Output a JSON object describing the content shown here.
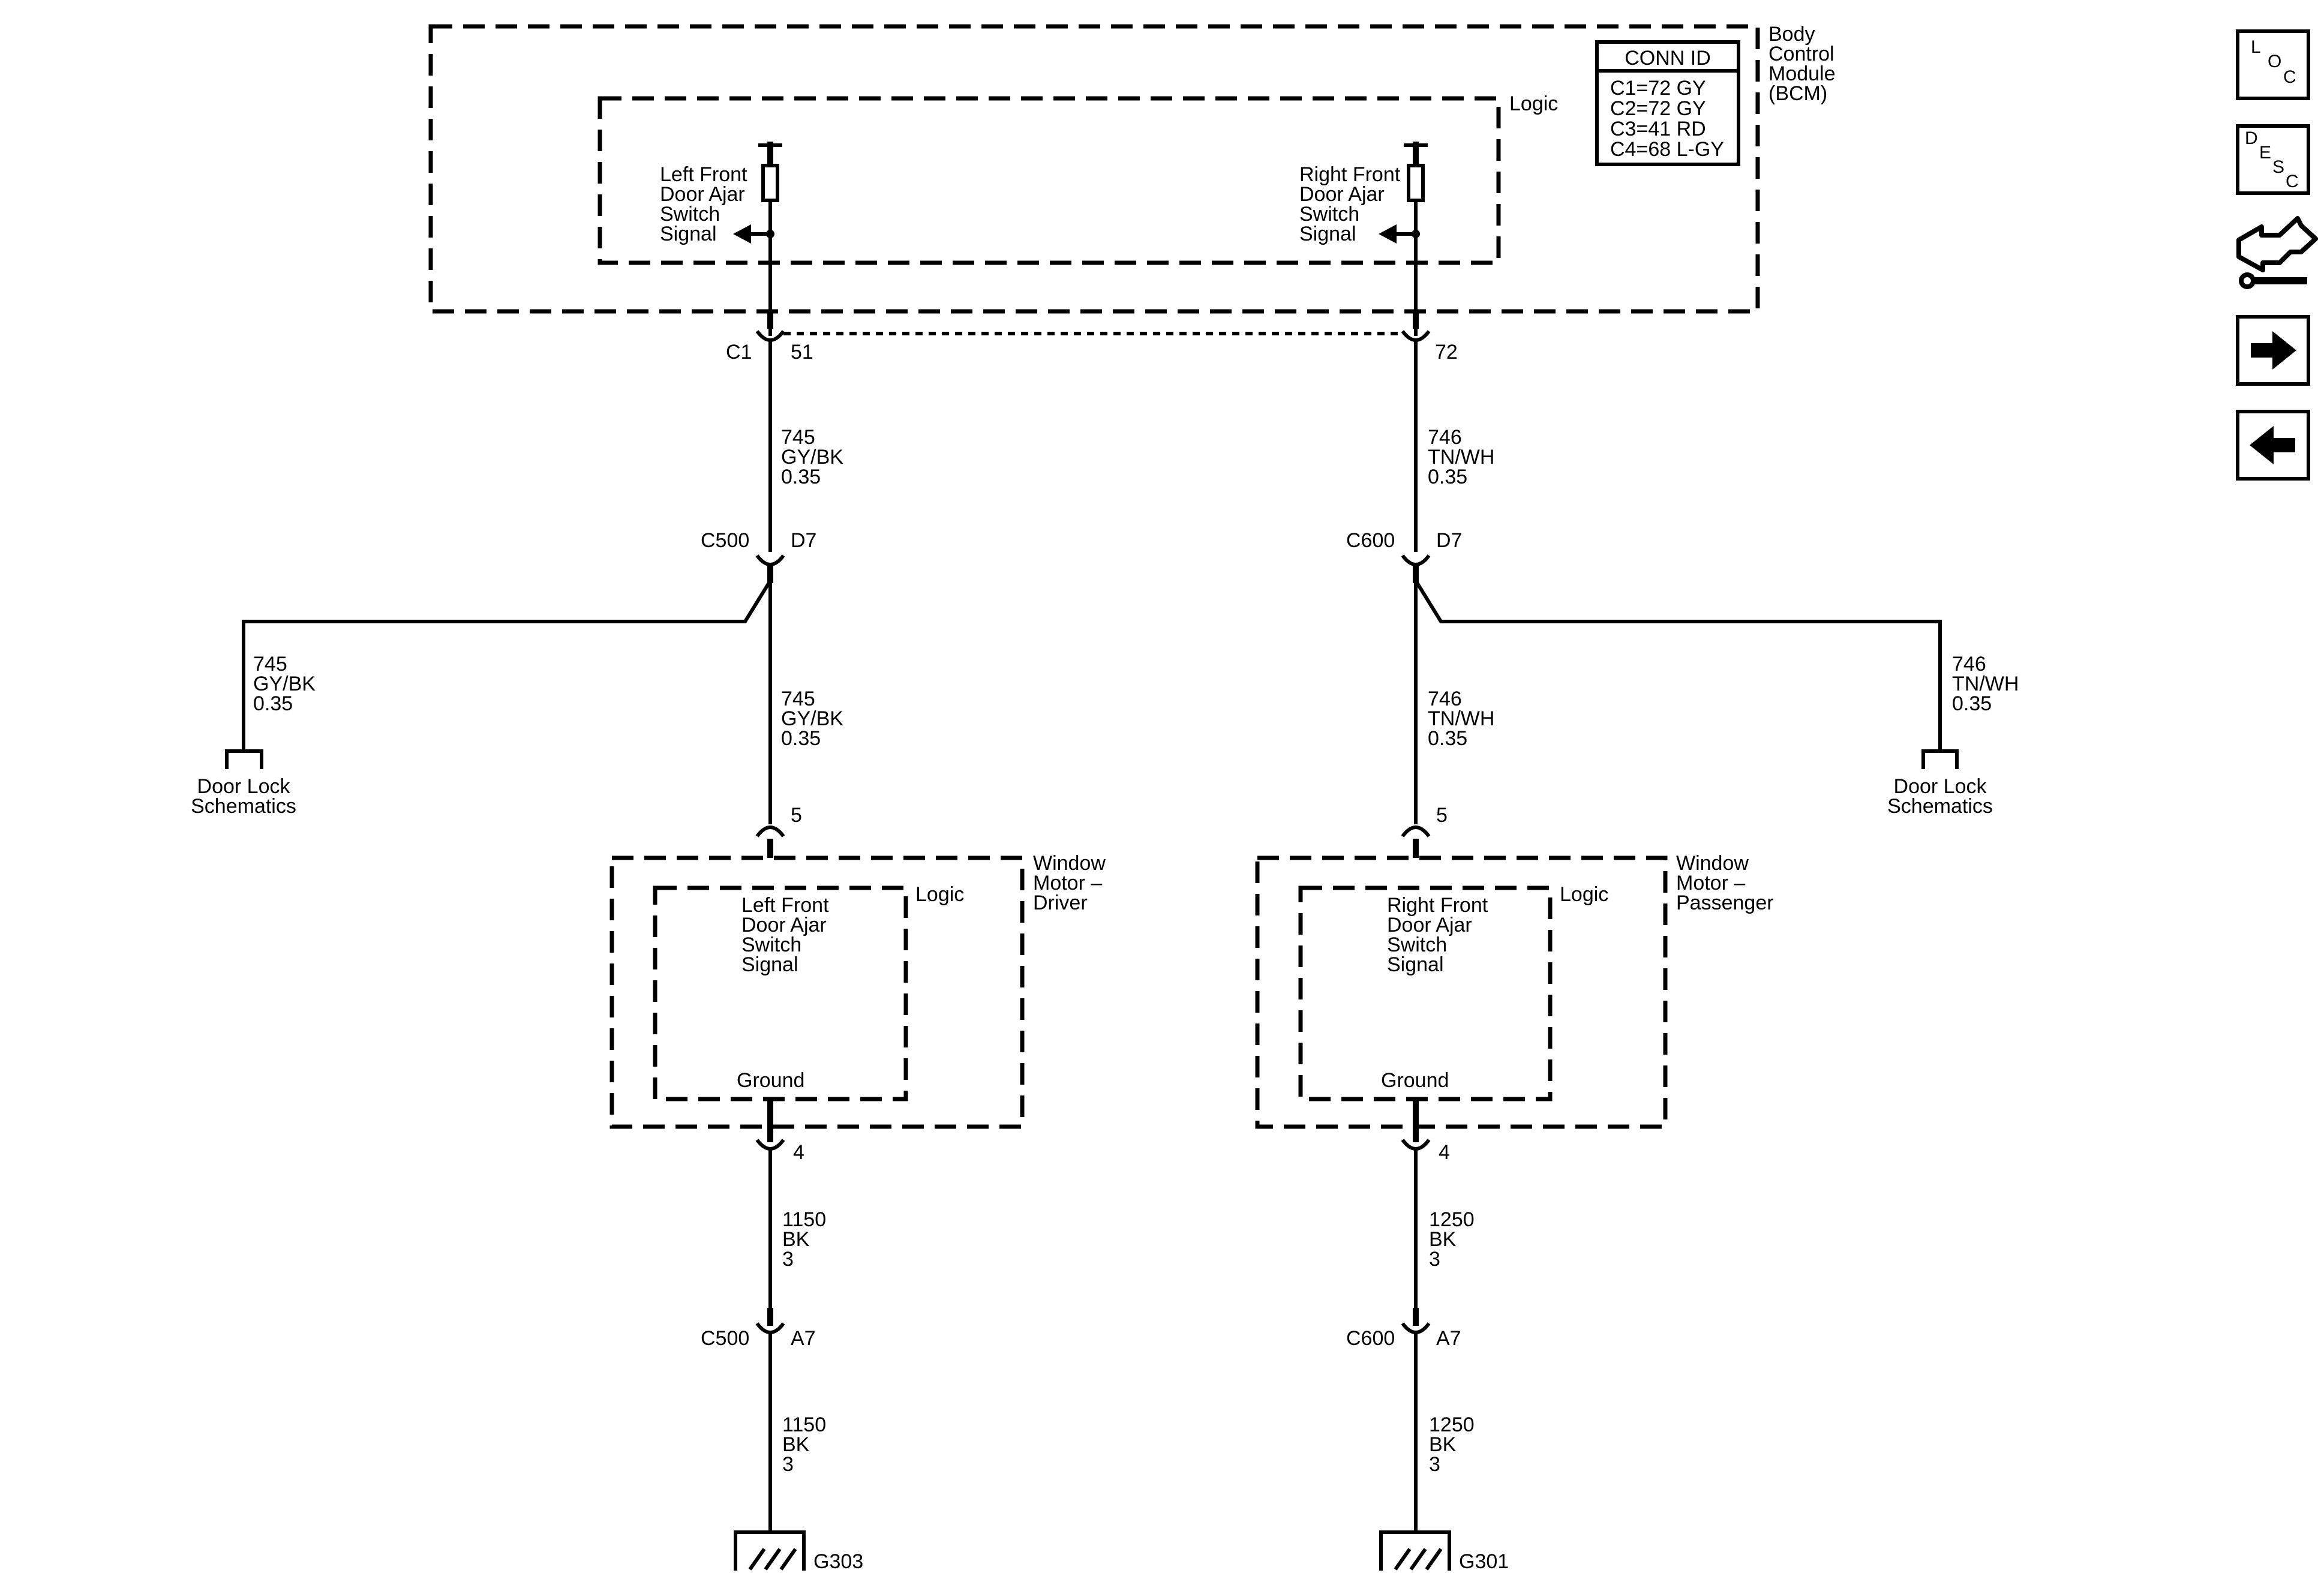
{
  "bcm": {
    "name_lines": [
      "Body",
      "Control",
      "Module",
      "(BCM)"
    ],
    "logic_label": "Logic",
    "conn_id": {
      "title": "CONN ID",
      "entries": [
        "C1=72 GY",
        "C2=72 GY",
        "C3=41 RD",
        "C4=68 L-GY"
      ]
    },
    "left_signal": [
      "Left Front",
      "Door Ajar",
      "Switch",
      "Signal"
    ],
    "right_signal": [
      "Right Front",
      "Door Ajar",
      "Switch",
      "Signal"
    ],
    "connector": "C1",
    "left_pin": "51",
    "right_pin": "72"
  },
  "left": {
    "wire_top": [
      "745",
      "GY/BK",
      "0.35"
    ],
    "inline_conn": "C500",
    "inline_pin": "D7",
    "branch_wire": [
      "745",
      "GY/BK",
      "0.35"
    ],
    "branch_dest": [
      "Door Lock",
      "Schematics"
    ],
    "wire_mid": [
      "745",
      "GY/BK",
      "0.35"
    ],
    "motor_pin_in": "5",
    "motor_name": [
      "Window",
      "Motor –",
      "Driver"
    ],
    "motor_logic": "Logic",
    "motor_signal": [
      "Left Front",
      "Door Ajar",
      "Switch",
      "Signal"
    ],
    "motor_ground": "Ground",
    "motor_pin_out": "4",
    "wire_low": [
      "1150",
      "BK",
      "3"
    ],
    "low_conn": "C500",
    "low_pin": "A7",
    "wire_bottom": [
      "1150",
      "BK",
      "3"
    ],
    "ground_id": "G303"
  },
  "right": {
    "wire_top": [
      "746",
      "TN/WH",
      "0.35"
    ],
    "inline_conn": "C600",
    "inline_pin": "D7",
    "branch_wire": [
      "746",
      "TN/WH",
      "0.35"
    ],
    "branch_dest": [
      "Door Lock",
      "Schematics"
    ],
    "wire_mid": [
      "746",
      "TN/WH",
      "0.35"
    ],
    "motor_pin_in": "5",
    "motor_name": [
      "Window",
      "Motor –",
      "Passenger"
    ],
    "motor_logic": "Logic",
    "motor_signal": [
      "Right Front",
      "Door Ajar",
      "Switch",
      "Signal"
    ],
    "motor_ground": "Ground",
    "motor_pin_out": "4",
    "wire_low": [
      "1250",
      "BK",
      "3"
    ],
    "low_conn": "C600",
    "low_pin": "A7",
    "wire_bottom": [
      "1250",
      "BK",
      "3"
    ],
    "ground_id": "G301"
  },
  "nav": {
    "loc_letters": [
      "L",
      "O",
      "C"
    ],
    "desc_letters": [
      "D",
      "E",
      "S",
      "C"
    ],
    "icons": [
      "location-icon",
      "description-icon",
      "troubleshoot-icon",
      "next-arrow-icon",
      "previous-arrow-icon"
    ]
  }
}
